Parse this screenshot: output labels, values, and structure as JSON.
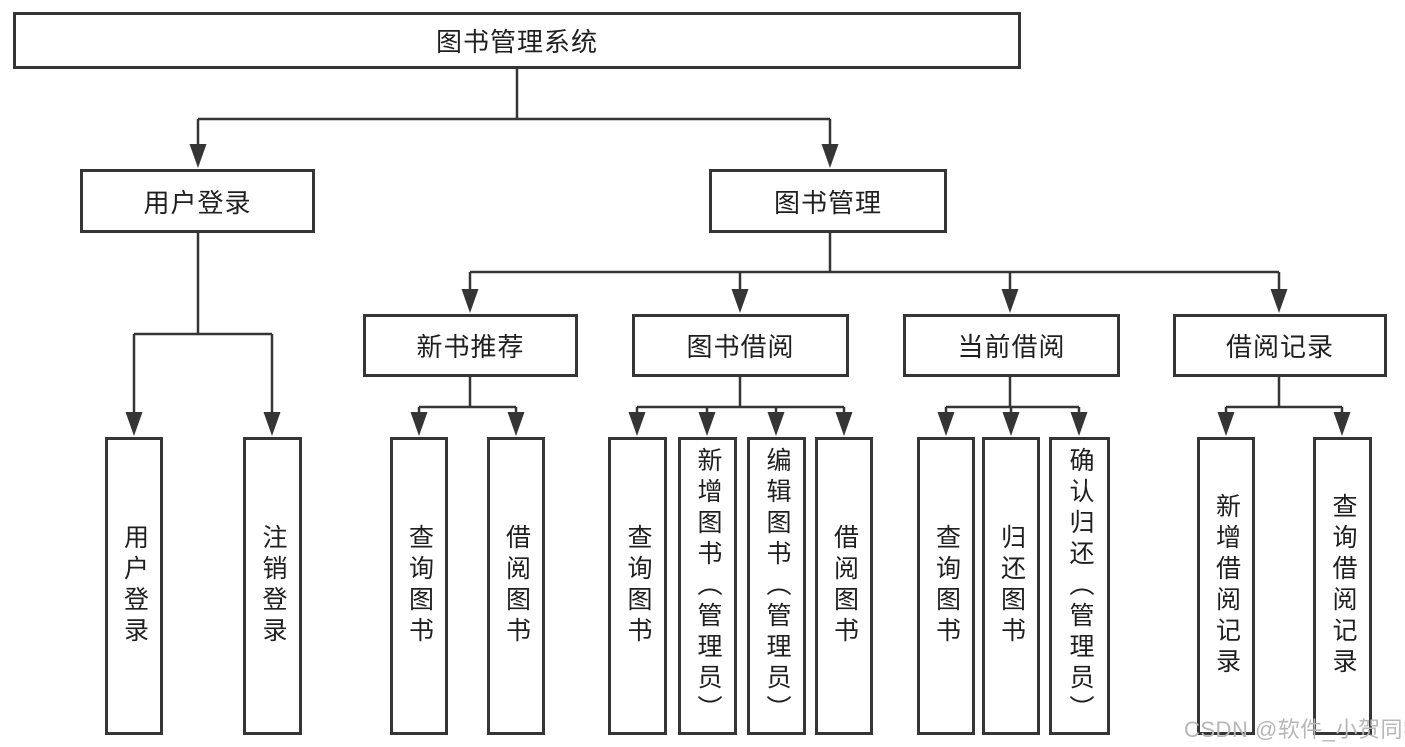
{
  "diagram": {
    "type": "hierarchy-tree",
    "colors": {
      "line": "#353535",
      "text": "#1f1f1f",
      "background": "#ffffff",
      "watermark": "#b7b7b7"
    },
    "nodes": {
      "root": {
        "label": "图书管理系统"
      },
      "user_login": {
        "label": "用户登录",
        "children": [
          {
            "label": "用户登录"
          },
          {
            "label": "注销登录"
          }
        ]
      },
      "book_mgmt": {
        "label": "图书管理"
      },
      "new_books": {
        "label": "新书推荐",
        "children": [
          {
            "label": "查询图书"
          },
          {
            "label": "借阅图书"
          }
        ]
      },
      "borrowing": {
        "label": "图书借阅",
        "children": [
          {
            "label": "查询图书"
          },
          {
            "label": "新增图书（管理员）"
          },
          {
            "label": "编辑图书（管理员）"
          },
          {
            "label": "借阅图书"
          }
        ]
      },
      "current": {
        "label": "当前借阅",
        "children": [
          {
            "label": "查询图书"
          },
          {
            "label": "归还图书"
          },
          {
            "label": "确认归还（管理员）"
          }
        ]
      },
      "records": {
        "label": "借阅记录",
        "children": [
          {
            "label": "新增借阅记录"
          },
          {
            "label": "查询借阅记录"
          }
        ]
      }
    },
    "watermark": {
      "text": "CSDN @软件_小贺同学"
    }
  }
}
